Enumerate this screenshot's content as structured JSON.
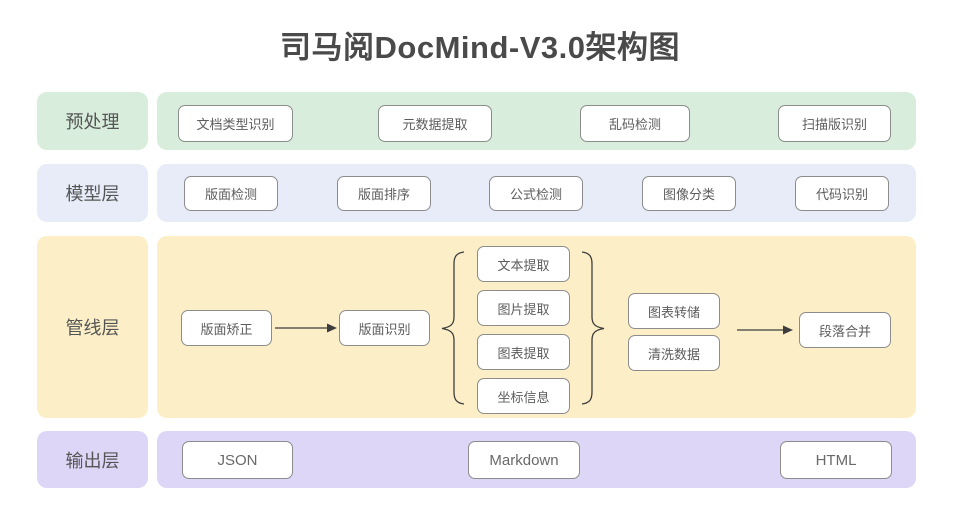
{
  "title": "司马阅DocMind-V3.0架构图",
  "layers": [
    {
      "label": "预处理",
      "color": "#d8eddb",
      "items": [
        "文档类型识别",
        "元数据提取",
        "乱码检测",
        "扫描版识别"
      ]
    },
    {
      "label": "模型层",
      "color": "#e8ecf9",
      "items": [
        "版面检测",
        "版面排序",
        "公式检测",
        "图像分类",
        "代码识别"
      ]
    },
    {
      "label": "管线层",
      "color": "#fcefc8",
      "pipeline": {
        "stage1": "版面矫正",
        "stage2": "版面识别",
        "branches": [
          "文本提取",
          "图片提取",
          "图表提取",
          "坐标信息"
        ],
        "post": [
          "图表转储",
          "清洗数据"
        ],
        "final": "段落合并"
      }
    },
    {
      "label": "输出层",
      "color": "#ded6f6",
      "items": [
        "JSON",
        "Markdown",
        "HTML"
      ]
    }
  ],
  "line_color": "#3d3d3d"
}
